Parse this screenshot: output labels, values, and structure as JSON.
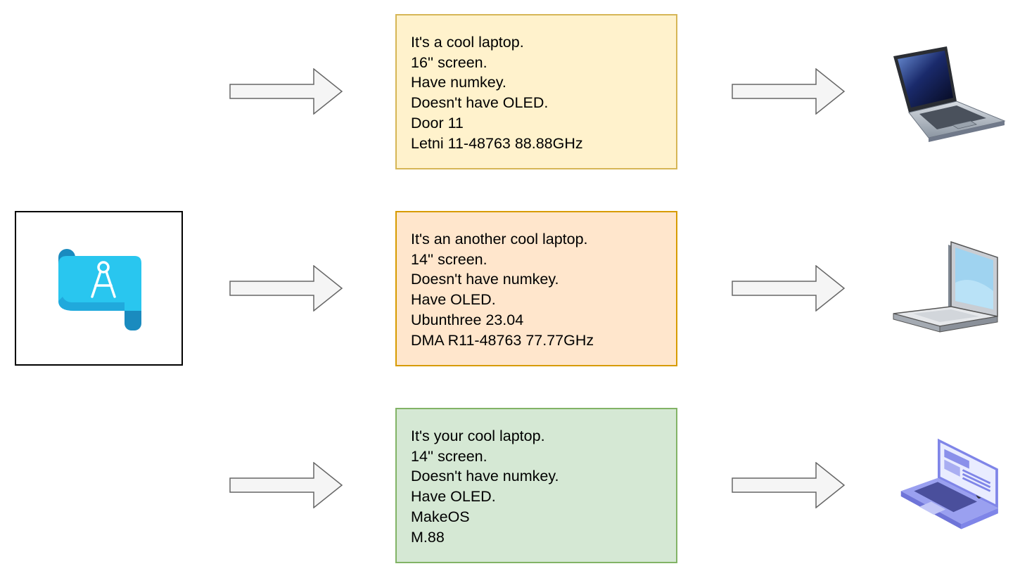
{
  "source": {
    "icon": "blueprint-compass-icon",
    "icon_color": "#29c6ef",
    "icon_shadow": "#1a8bbf"
  },
  "arrow_color": "#f5f5f5",
  "cards": [
    {
      "lines": [
        "It's a cool laptop.",
        "16'' screen.",
        "Have numkey.",
        "Doesn't have OLED.",
        "Door 11",
        "Letni 11-48763 88.88GHz"
      ],
      "fill": "#fff2cc",
      "border": "#d6b656",
      "icon": "classic-laptop-icon"
    },
    {
      "lines": [
        "It's an another cool laptop.",
        "14'' screen.",
        "Doesn't have numkey.",
        "Have OLED.",
        "Ubunthree 23.04",
        "DMA R11-48763 77.77GHz"
      ],
      "fill": "#ffe6cc",
      "border": "#d79b00",
      "icon": "silver-laptop-icon"
    },
    {
      "lines": [
        "It's your cool laptop.",
        "14'' screen.",
        "Doesn't have numkey.",
        "Have OLED.",
        "MakeOS",
        "M.88"
      ],
      "fill": "#d5e8d4",
      "border": "#82b366",
      "icon": "isometric-laptop-icon"
    }
  ]
}
